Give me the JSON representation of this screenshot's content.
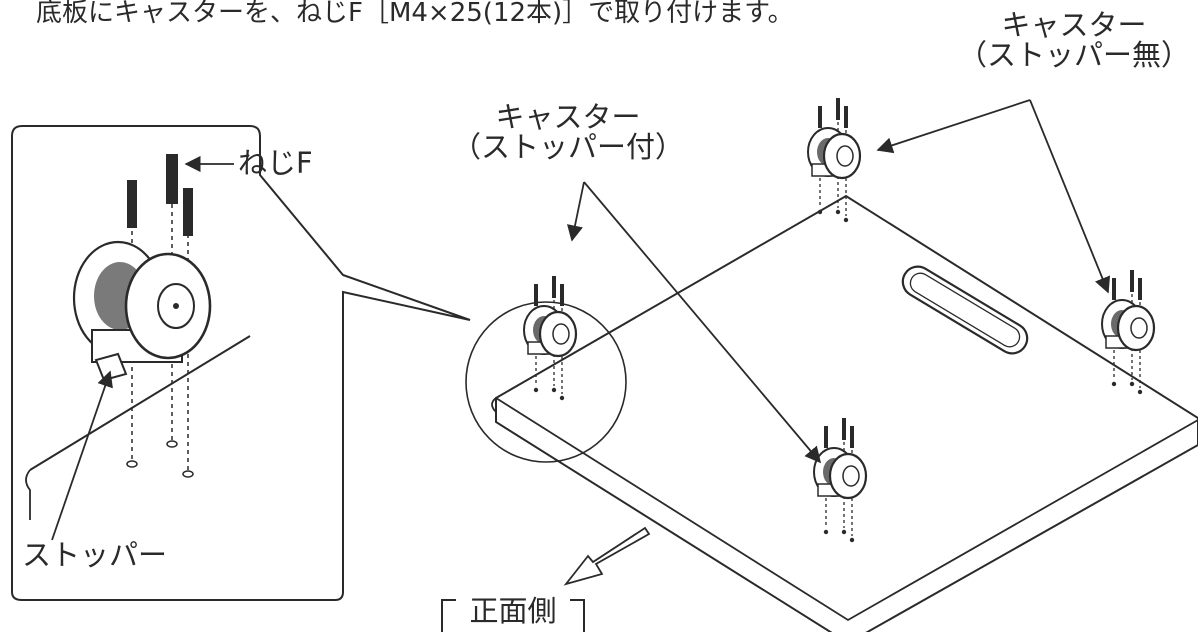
{
  "instruction": "底板にキャスターを、ねじF［M4×25(12本)］で取り付けます。",
  "labels": {
    "caster_no_stopper_line1": "キャスター",
    "caster_no_stopper_line2": "（ストッパー無）",
    "caster_with_stopper_line1": "キャスター",
    "caster_with_stopper_line2": "（ストッパー付）",
    "screw": "ねじF",
    "stopper": "ストッパー",
    "front_side": "正面側"
  },
  "colors": {
    "line": "#2a2a2a",
    "fill": "#ffffff",
    "shade": "#8a8a8a"
  }
}
